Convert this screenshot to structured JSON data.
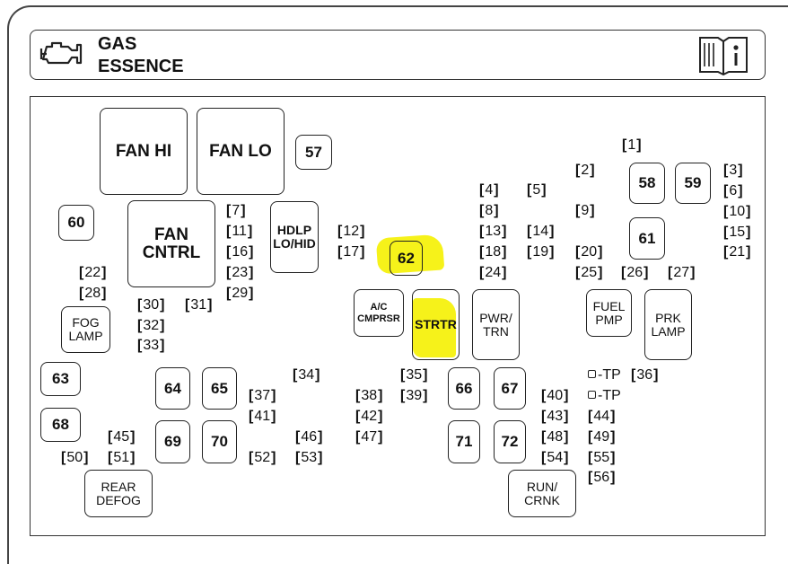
{
  "header": {
    "title_line1": "GAS",
    "title_line2": "ESSENCE",
    "engine_icon": "engine-icon",
    "manual_icon": "manual-info-icon"
  },
  "colors": {
    "highlight": "#f6f21a",
    "outline": "#222222"
  },
  "relays": [
    {
      "id": "fan-hi",
      "label": "FAN HI"
    },
    {
      "id": "fan-lo",
      "label": "FAN LO"
    },
    {
      "id": "57",
      "label": "57"
    },
    {
      "id": "60",
      "label": "60"
    },
    {
      "id": "fan-cntrl",
      "label": "FAN\nCNTRL"
    },
    {
      "id": "hdlp",
      "label": "HDLP\nLO/HID"
    },
    {
      "id": "62",
      "label": "62",
      "highlighted": true
    },
    {
      "id": "58",
      "label": "58"
    },
    {
      "id": "59",
      "label": "59"
    },
    {
      "id": "61",
      "label": "61"
    },
    {
      "id": "fog",
      "label": "FOG\nLAMP"
    },
    {
      "id": "ac",
      "label": "A/C\nCMPRSR"
    },
    {
      "id": "strtr",
      "label": "STRTR",
      "highlighted": true
    },
    {
      "id": "pwr",
      "label": "PWR/\nTRN"
    },
    {
      "id": "fuel",
      "label": "FUEL\nPMP"
    },
    {
      "id": "prk",
      "label": "PRK\nLAMP"
    },
    {
      "id": "63",
      "label": "63"
    },
    {
      "id": "64",
      "label": "64"
    },
    {
      "id": "65",
      "label": "65"
    },
    {
      "id": "66",
      "label": "66"
    },
    {
      "id": "67",
      "label": "67"
    },
    {
      "id": "68",
      "label": "68"
    },
    {
      "id": "69",
      "label": "69"
    },
    {
      "id": "70",
      "label": "70"
    },
    {
      "id": "71",
      "label": "71"
    },
    {
      "id": "72",
      "label": "72"
    },
    {
      "id": "rear",
      "label": "REAR\nDEFOG"
    },
    {
      "id": "run",
      "label": "RUN/\nCRNK"
    }
  ],
  "fuses": [
    "1",
    "2",
    "3",
    "4",
    "5",
    "6",
    "7",
    "8",
    "9",
    "10",
    "11",
    "12",
    "13",
    "14",
    "15",
    "16",
    "17",
    "18",
    "19",
    "20",
    "21",
    "22",
    "23",
    "24",
    "25",
    "26",
    "27",
    "28",
    "29",
    "30",
    "31",
    "32",
    "33",
    "34",
    "35",
    "36",
    "37",
    "38",
    "39",
    "40",
    "41",
    "42",
    "43",
    "44",
    "45",
    "46",
    "47",
    "48",
    "49",
    "50",
    "51",
    "52",
    "53",
    "54",
    "55",
    "56"
  ],
  "test_points": [
    "-TP",
    "-TP"
  ]
}
